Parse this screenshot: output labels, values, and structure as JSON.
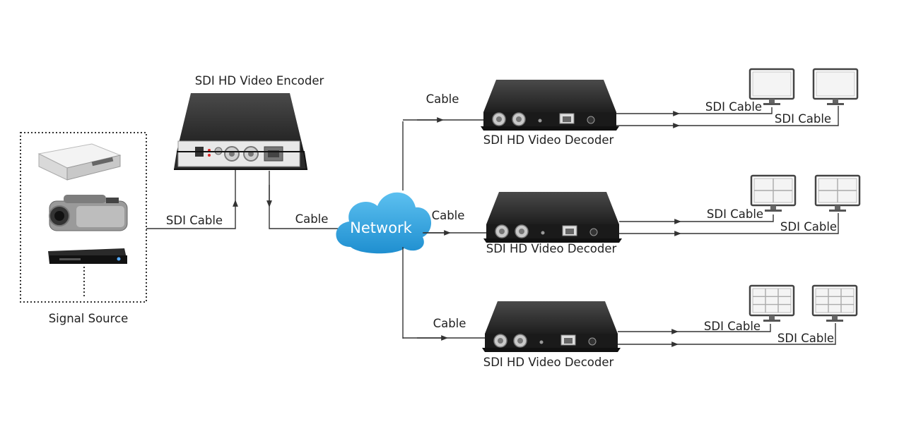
{
  "source": {
    "label": "Signal Source"
  },
  "encoder": {
    "label": "SDI HD Video Encoder"
  },
  "network": {
    "label": "Network"
  },
  "links": {
    "source_to_encoder": "SDI Cable",
    "encoder_to_network": "Cable",
    "network_to_decoders": [
      "Cable",
      "Cable",
      "Cable"
    ]
  },
  "decoders": [
    {
      "label": "SDI HD Video Decoder",
      "out1": "SDI Cable",
      "out2": "SDI Cable",
      "screen_layout": "single"
    },
    {
      "label": "SDI HD Video Decoder",
      "out1": "SDI Cable",
      "out2": "SDI Cable",
      "screen_layout": "quad"
    },
    {
      "label": "SDI HD Video Decoder",
      "out1": "SDI Cable",
      "out2": "SDI Cable",
      "screen_layout": "nine"
    }
  ],
  "colors": {
    "cloud": "#2a9fdc",
    "device_body": "#2b2b2b",
    "device_front": "#e6e6e6",
    "wire": "#333333"
  },
  "icons": {
    "source_devices": [
      "dvr-box-icon",
      "camcorder-icon",
      "dvd-player-icon"
    ],
    "monitor": "monitor-icon"
  }
}
